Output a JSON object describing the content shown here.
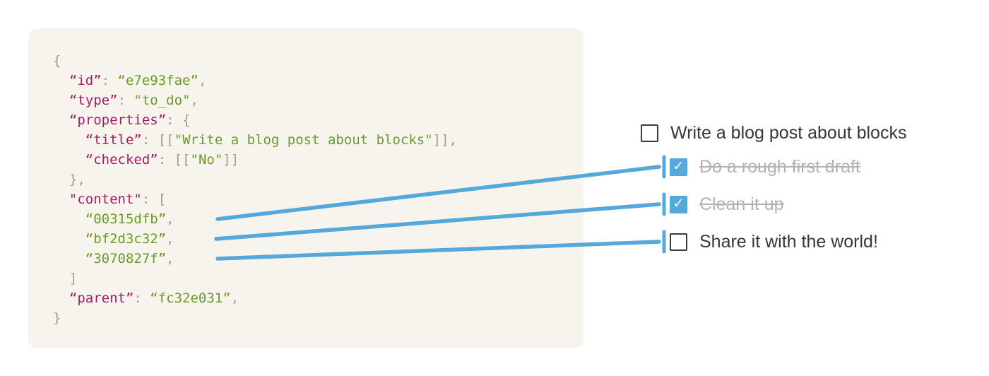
{
  "colors": {
    "page_bg": "#ffffff",
    "panel_bg": "#f7f4ee",
    "code_key": "#a11e62",
    "code_string": "#6b9b28",
    "code_punctuation": "#9c9c99",
    "connector_blue": "#54a8da",
    "todo_text": "#373737",
    "todo_done_text": "#b5b2ad",
    "checkbox_border": "#3c3c3c",
    "checkbox_checked_bg": "#54a8da"
  },
  "code_block": {
    "language": "json",
    "lines": [
      {
        "tokens": [
          {
            "text": "{",
            "type": "pun"
          }
        ]
      },
      {
        "tokens": [
          {
            "text": "  ",
            "type": "pun"
          },
          {
            "text": "“id”",
            "type": "key"
          },
          {
            "text": ": ",
            "type": "pun"
          },
          {
            "text": "“e7e93fae”",
            "type": "str"
          },
          {
            "text": ",",
            "type": "pun"
          }
        ]
      },
      {
        "tokens": [
          {
            "text": "  ",
            "type": "pun"
          },
          {
            "text": "“type”",
            "type": "key"
          },
          {
            "text": ": ",
            "type": "pun"
          },
          {
            "text": "\"to_do\"",
            "type": "str"
          },
          {
            "text": ",",
            "type": "pun"
          }
        ]
      },
      {
        "tokens": [
          {
            "text": "  ",
            "type": "pun"
          },
          {
            "text": "“properties”",
            "type": "key"
          },
          {
            "text": ": ",
            "type": "pun"
          },
          {
            "text": "{",
            "type": "pun"
          }
        ]
      },
      {
        "tokens": [
          {
            "text": "    ",
            "type": "pun"
          },
          {
            "text": "“title”",
            "type": "key"
          },
          {
            "text": ": ",
            "type": "pun"
          },
          {
            "text": "[[",
            "type": "pun"
          },
          {
            "text": "\"Write a blog post about blocks\"",
            "type": "str"
          },
          {
            "text": "]],",
            "type": "pun"
          }
        ]
      },
      {
        "tokens": [
          {
            "text": "    ",
            "type": "pun"
          },
          {
            "text": "“checked”",
            "type": "key"
          },
          {
            "text": ": ",
            "type": "pun"
          },
          {
            "text": "[[",
            "type": "pun"
          },
          {
            "text": "\"No\"",
            "type": "str"
          },
          {
            "text": "]]",
            "type": "pun"
          }
        ]
      },
      {
        "tokens": [
          {
            "text": "  ",
            "type": "pun"
          },
          {
            "text": "},",
            "type": "pun"
          }
        ]
      },
      {
        "tokens": [
          {
            "text": "  ",
            "type": "pun"
          },
          {
            "text": "\"content\"",
            "type": "key"
          },
          {
            "text": ": ",
            "type": "pun"
          },
          {
            "text": "[",
            "type": "pun"
          }
        ]
      },
      {
        "tokens": [
          {
            "text": "    ",
            "type": "pun"
          },
          {
            "text": "“00315dfb”",
            "type": "str"
          },
          {
            "text": ",",
            "type": "pun"
          }
        ]
      },
      {
        "tokens": [
          {
            "text": "    ",
            "type": "pun"
          },
          {
            "text": "“bf2d3c32”",
            "type": "str"
          },
          {
            "text": ",",
            "type": "pun"
          }
        ]
      },
      {
        "tokens": [
          {
            "text": "    ",
            "type": "pun"
          },
          {
            "text": "“3070827f”",
            "type": "str"
          },
          {
            "text": ",",
            "type": "pun"
          }
        ]
      },
      {
        "tokens": [
          {
            "text": "  ",
            "type": "pun"
          },
          {
            "text": "]",
            "type": "pun"
          }
        ]
      },
      {
        "tokens": [
          {
            "text": "  ",
            "type": "pun"
          },
          {
            "text": "“parent”",
            "type": "key"
          },
          {
            "text": ": ",
            "type": "pun"
          },
          {
            "text": "“fc32e031”",
            "type": "str"
          },
          {
            "text": ",",
            "type": "pun"
          }
        ]
      },
      {
        "tokens": [
          {
            "text": "}",
            "type": "pun"
          }
        ]
      }
    ]
  },
  "todo_list": {
    "items": [
      {
        "label": "Write a blog post about blocks",
        "checked": false,
        "done": false,
        "indented": false
      },
      {
        "label": "Do a rough first draft",
        "checked": true,
        "done": true,
        "indented": true
      },
      {
        "label": "Clean it up",
        "checked": true,
        "done": true,
        "indented": true
      },
      {
        "label": "Share it with the world!",
        "checked": false,
        "done": false,
        "indented": true
      }
    ],
    "checkmark_glyph": "✓"
  },
  "connections": [
    {
      "from_content_id": "00315dfb",
      "to_item": "Do a rough first draft"
    },
    {
      "from_content_id": "bf2d3c32",
      "to_item": "Clean it up"
    },
    {
      "from_content_id": "3070827f",
      "to_item": "Share it with the world!"
    }
  ]
}
